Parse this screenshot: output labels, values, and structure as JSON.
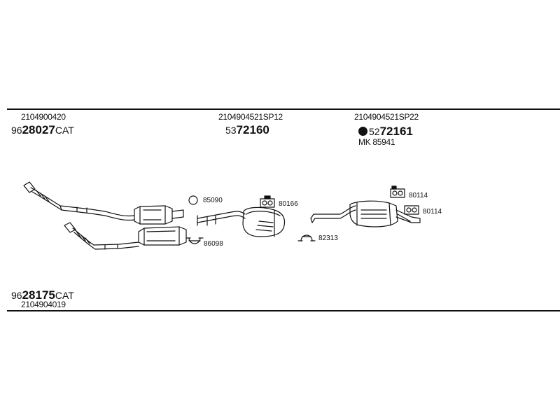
{
  "groups": {
    "cat_front": {
      "ref": "2104900420",
      "pn_prefix": "96",
      "pn_main": "28027",
      "pn_suffix": "CAT"
    },
    "mid": {
      "ref": "2104904521SP12",
      "pn_prefix": "53",
      "pn_main": "72160",
      "pn_suffix": ""
    },
    "rear": {
      "ref": "2104904521SP22",
      "pn_prefix": "52",
      "pn_main": "72161",
      "pn_suffix": "",
      "kit_label": "MK 85941"
    },
    "cat_rear": {
      "ref": "2104904019",
      "pn_prefix": "96",
      "pn_main": "28175",
      "pn_suffix": "CAT"
    }
  },
  "callouts": {
    "ring_upper": "85090",
    "clamp_lower": "86098",
    "hanger_mid": "80166",
    "clamp_mid": "82313",
    "hanger_rear_top": "80114",
    "hanger_rear_bottom": "80114"
  }
}
